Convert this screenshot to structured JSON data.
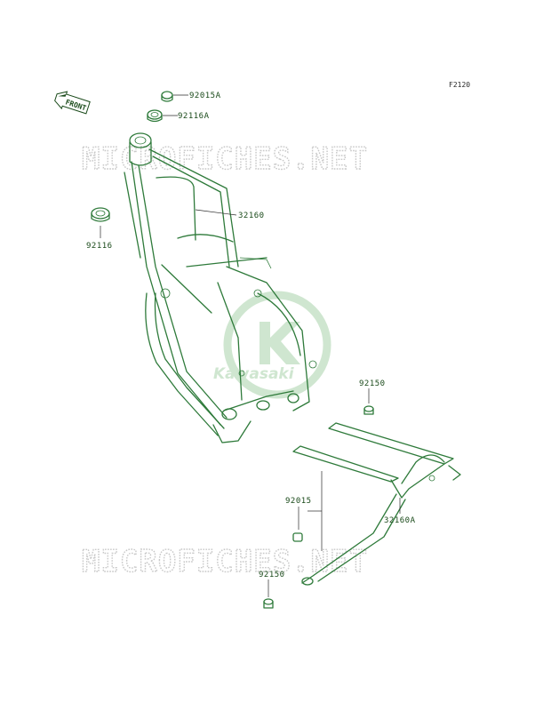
{
  "figure_code": "F2120",
  "front_label": "FRONT",
  "watermark": "MICROFICHES.NET",
  "brand_logo_text": "Kawasaki",
  "parts": [
    {
      "label": "92015A"
    },
    {
      "label": "92116A"
    },
    {
      "label": "32160"
    },
    {
      "label": "92116"
    },
    {
      "label": "92150"
    },
    {
      "label": "92015"
    },
    {
      "label": "32160A"
    },
    {
      "label": "92150"
    }
  ],
  "colors": {
    "line_art": "#2e7a3a",
    "watermark": "#c8c8c8",
    "logo": "#cfe6d0"
  }
}
